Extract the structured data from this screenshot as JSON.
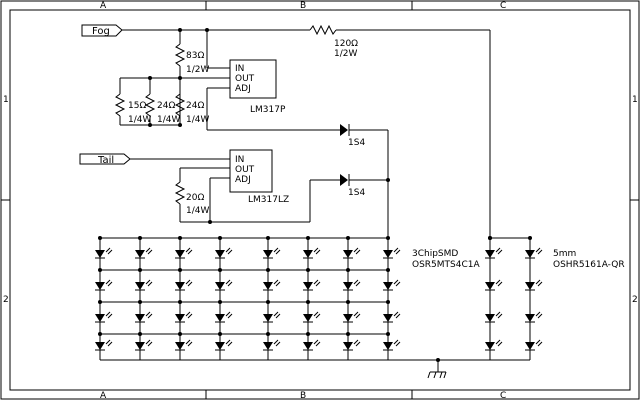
{
  "frame": {
    "cols": [
      "A",
      "B",
      "C"
    ],
    "rows": [
      "1",
      "2"
    ]
  },
  "signals": {
    "fog": "Fog",
    "tail": "Tail"
  },
  "regulators": {
    "u1": {
      "pins": [
        "IN",
        "OUT",
        "ADJ"
      ],
      "part": "LM317P"
    },
    "u2": {
      "pins": [
        "IN",
        "OUT",
        "ADJ"
      ],
      "part": "LM317LZ"
    }
  },
  "resistors": {
    "r83": {
      "value": "83Ω",
      "power": "1/2W"
    },
    "r120": {
      "value": "120Ω",
      "power": "1/2W"
    },
    "r15": {
      "value": "15Ω",
      "power": "1/4W"
    },
    "r24a": {
      "value": "24Ω",
      "power": "1/4W"
    },
    "r24b": {
      "value": "24Ω",
      "power": "1/4W"
    },
    "r20": {
      "value": "20Ω",
      "power": "1/4W"
    }
  },
  "diodes": {
    "d1": "1S4",
    "d2": "1S4"
  },
  "leds": {
    "smd": {
      "line1": "3ChipSMD",
      "line2": "OSR5MTS4C1A"
    },
    "mm5": {
      "line1": "5mm",
      "line2": "OSHR5161A-QR"
    }
  }
}
